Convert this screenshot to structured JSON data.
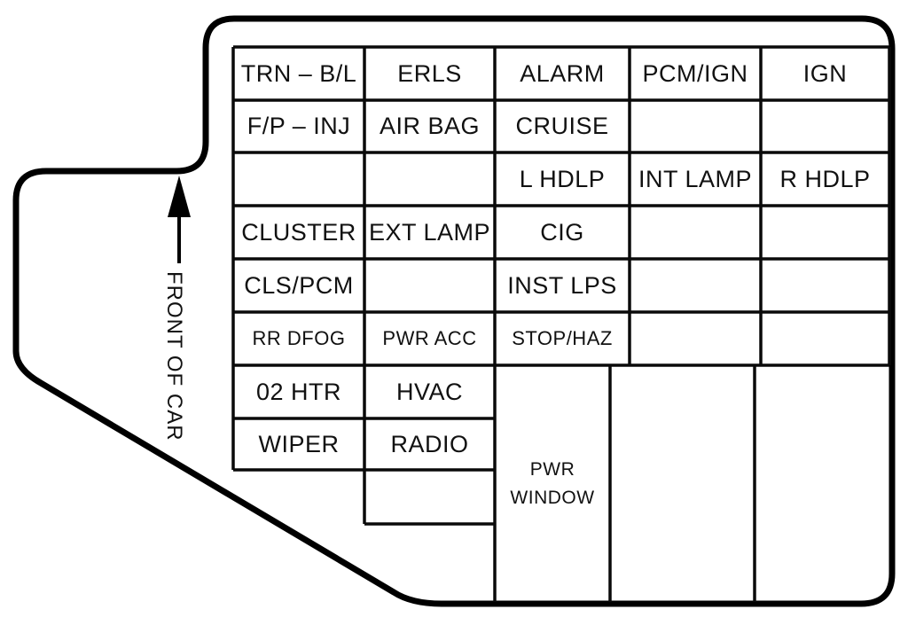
{
  "diagram": {
    "direction_label": "FRONT OF CAR",
    "colors": {
      "line": "#000000",
      "background": "#ffffff",
      "text": "#111111"
    },
    "grid": {
      "upper": [
        [
          "TRN – B/L",
          "ERLS",
          "ALARM",
          "PCM/IGN",
          "IGN"
        ],
        [
          "F/P – INJ",
          "AIR BAG",
          "CRUISE",
          "",
          ""
        ],
        [
          "",
          "",
          "L HDLP",
          "INT LAMP",
          "R HDLP"
        ],
        [
          "CLUSTER",
          "EXT LAMP",
          "CIG",
          "",
          ""
        ],
        [
          "CLS/PCM",
          "",
          "INST LPS",
          "",
          ""
        ],
        [
          "RR DFOG",
          "PWR ACC",
          "STOP/HAZ",
          "",
          ""
        ]
      ],
      "lower_left": [
        [
          "02 HTR",
          "HVAC"
        ],
        [
          "WIPER",
          "RADIO"
        ],
        [
          ""
        ]
      ],
      "lower_right": [
        "PWR WINDOW",
        "",
        ""
      ]
    }
  }
}
